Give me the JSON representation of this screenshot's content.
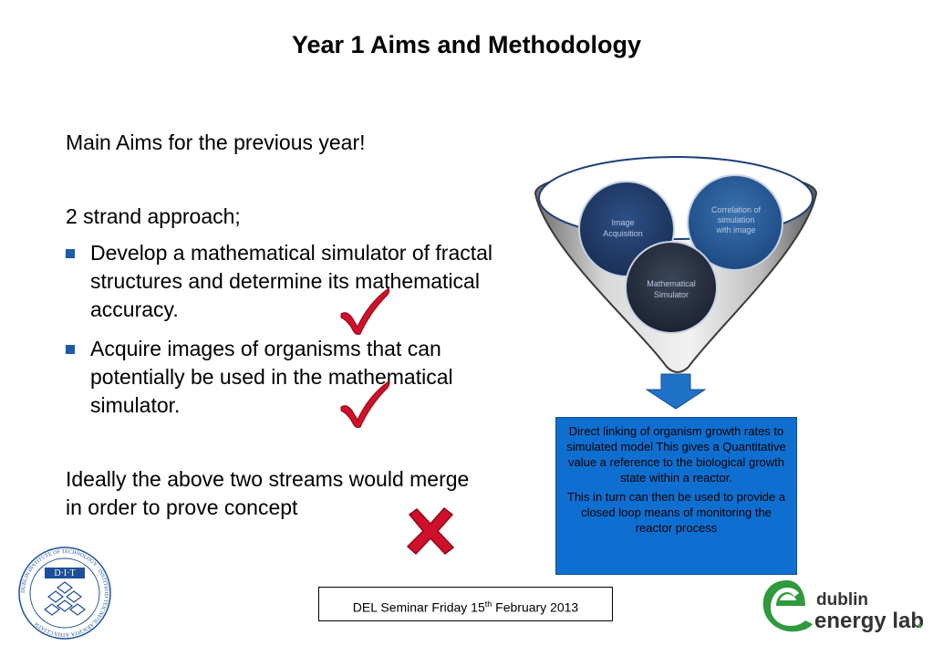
{
  "title": "Year 1 Aims and Methodology",
  "aims_heading": "Main Aims for the previous year!",
  "approach": "2 strand approach;",
  "bullets": [
    {
      "text": "Develop a mathematical simulator of fractal structures and determine its mathematical accuracy.",
      "status": "check"
    },
    {
      "text": "Acquire images of organisms that can potentially be used in the mathematical simulator.",
      "status": "check"
    }
  ],
  "conclusion": {
    "text": "Ideally the above two streams would merge in order to prove concept",
    "status": "cross"
  },
  "funnel": {
    "circle_image": [
      "Image",
      "Acquisition"
    ],
    "circle_correlation": [
      "Correlation of",
      "simulation",
      "with image"
    ],
    "circle_simulator": [
      "Mathematical",
      "Simulator"
    ]
  },
  "result_box": {
    "p1": "Direct linking of organism growth rates to simulated model This gives a Quantitative value a reference to the biological growth state within a reactor.",
    "p2": "This in turn can then be used to provide a closed loop means of monitoring the reactor process"
  },
  "footer": {
    "prefix": "DEL Seminar Friday 15",
    "sup": "th",
    "suffix": " February 2013"
  },
  "dit_logo": {
    "ring_text": "DUBLIN INSTITUTE OF TECHNOLOGY · INSTITIÚID TEICNEOLAÍOCHTA ÁTHA CLIATH",
    "label": "D·I·T"
  },
  "del_logo": {
    "line1": "dublin",
    "line2": "energy lab",
    "dot": "."
  },
  "colors": {
    "bullet": "#1f5aa6",
    "check": "#d0102a",
    "cross": "#d0102a",
    "box": "#0f6fd0",
    "arrow": "#1f72c8",
    "logo_green": "#2e9a3c"
  }
}
